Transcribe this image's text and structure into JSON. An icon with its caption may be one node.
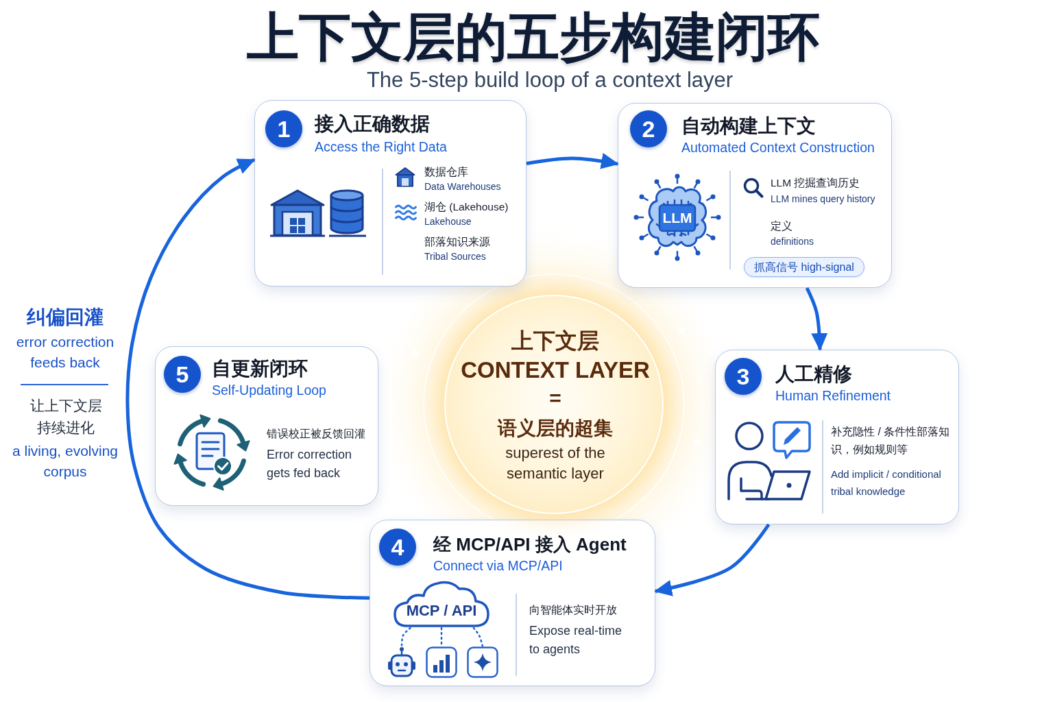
{
  "diagram": {
    "title": "上下文层的五步构建闭环",
    "nodes": [
      {
        "text": [
          "1",
          "接入正确数据",
          "Access the Right Data",
          "数据仓库",
          "Data Warehouses",
          "湖仓 (Lakehouse)",
          "Lakehouse",
          "部落知识来源",
          "Tribal Sources"
        ]
      },
      {
        "text": [
          "2",
          "自动构建上下文",
          "Automated Context Construction",
          "LLM",
          "LLM 挖掘查询历史",
          "LLM mines query history",
          "定义",
          "definitions",
          "抓高信号 high-signal"
        ]
      },
      {
        "text": [
          "3",
          "人工精修",
          "Human Refinement",
          "补充隐性 / 条件性部落知识，例如规则等",
          "Add implicit / conditional tribal knowledge"
        ]
      },
      {
        "text": [
          "4",
          "经 MCP/API 接入 Agent",
          "Connect via MCP/API",
          "向智能体实时开放",
          "Expose real-time to agents"
        ]
      },
      {
        "text": [
          "MCP / API"
        ],
        "in": 3
      },
      {
        "text": [],
        "shape": "picture",
        "in": 3
      },
      {
        "text": [],
        "shape": "picture",
        "in": 3
      },
      {
        "text": [],
        "shape": "picture",
        "in": 3
      },
      {
        "text": [
          "5",
          "自更新闭环",
          "Self-Updating Loop",
          "错误校正被反馈回灌",
          "Error correction gets fed back"
        ]
      },
      {
        "text": [
          "上下文层",
          "CONTEXT LAYER",
          "=",
          "语义层的超集",
          "superest of the semantic layer"
        ]
      }
    ],
    "edges": [
      {
        "from": 0,
        "to": 1,
        "arrow": "to"
      },
      {
        "from": 1,
        "to": 2,
        "arrow": "to"
      },
      {
        "from": 2,
        "to": 3,
        "arrow": "to"
      },
      {
        "from": 3,
        "to": 0,
        "arrow": "to"
      },
      {
        "from": 4,
        "to": 5,
        "arrow": "none",
        "style": "dashed"
      },
      {
        "from": 4,
        "to": 6,
        "arrow": "none",
        "style": "dashed"
      },
      {
        "from": 4,
        "to": 7,
        "arrow": "none",
        "style": "dashed"
      }
    ],
    "labels": [
      "The 5-step build loop of a context layer",
      "纠偏回灌",
      "error correction feeds back",
      "让上下文层持续进化",
      "a living, evolving corpus"
    ]
  }
}
